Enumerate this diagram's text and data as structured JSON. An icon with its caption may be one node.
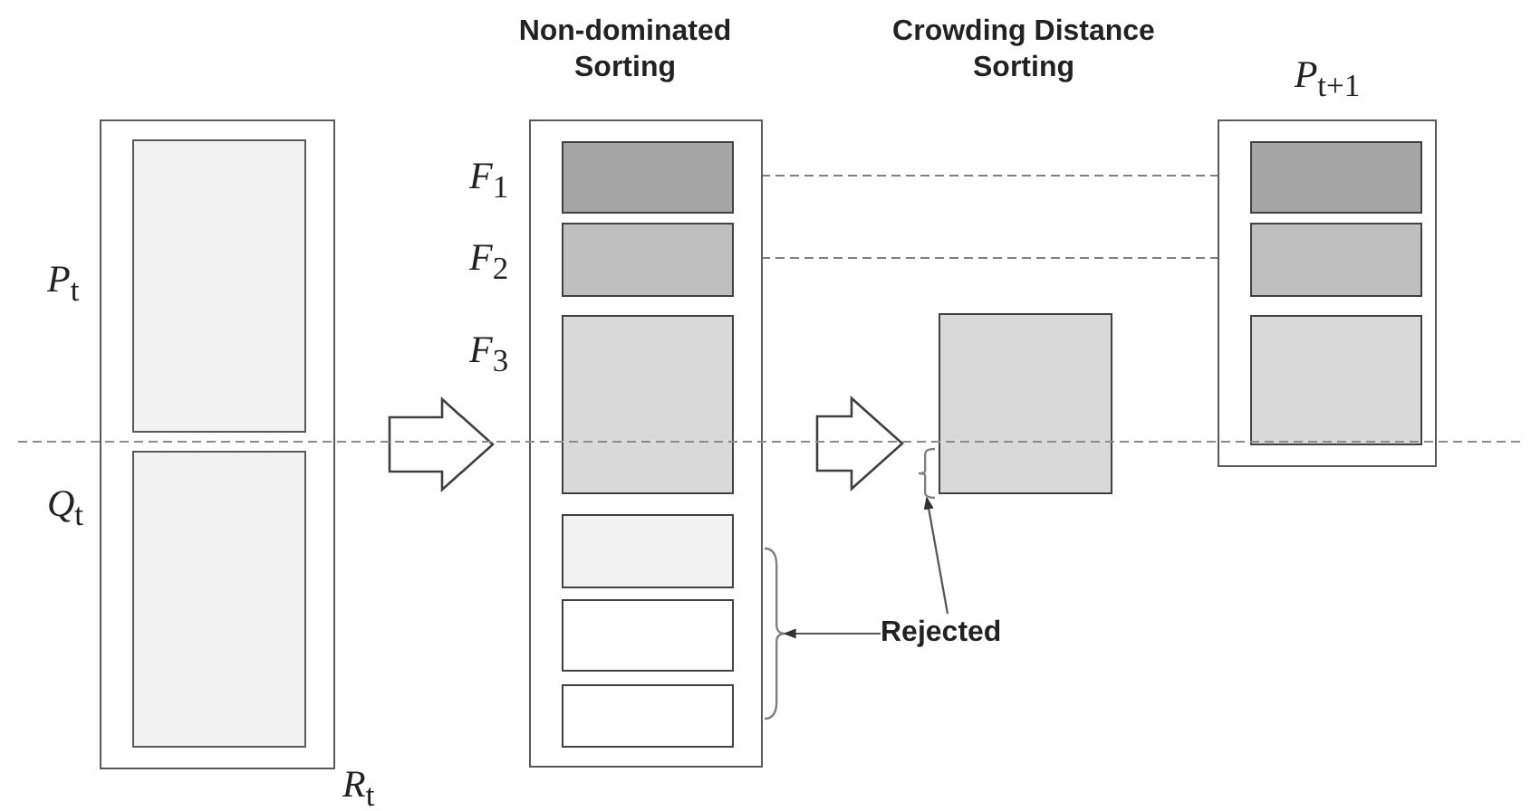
{
  "diagram": {
    "nodes": [
      {
        "text": [],
        "shape": "box",
        "beside": [
          "*R*$_{t}$"
        ]
      },
      {
        "text": [],
        "shape": "box",
        "in": 0,
        "beside": [
          "*P*$_{t}$"
        ]
      },
      {
        "text": [],
        "shape": "box",
        "in": 0,
        "beside": [
          "*Q*$_{t}$"
        ]
      },
      {
        "text": [],
        "shape": "box"
      },
      {
        "text": [],
        "shape": "box",
        "in": 3,
        "beside": [
          "*F*$_{1}$"
        ]
      },
      {
        "text": [],
        "shape": "box",
        "in": 3,
        "beside": [
          "*F*$_{2}$"
        ]
      },
      {
        "text": [],
        "shape": "box",
        "in": 3,
        "beside": [
          "*F*$_{3}$"
        ]
      },
      {
        "text": [],
        "shape": "box",
        "in": 3
      },
      {
        "text": [],
        "shape": "box",
        "in": 3
      },
      {
        "text": [],
        "shape": "box",
        "in": 3
      },
      {
        "text": [],
        "shape": "box"
      },
      {
        "text": [
          "*P*$_{t+1}$"
        ]
      },
      {
        "text": [],
        "shape": "box",
        "in": 11
      },
      {
        "text": [],
        "shape": "box",
        "in": 11
      },
      {
        "text": [],
        "shape": "box",
        "in": 11
      },
      {
        "text": [
          "Rejected"
        ]
      },
      {
        "text": [],
        "shape": "bracket"
      },
      {
        "text": [],
        "shape": "bracket"
      }
    ],
    "edges": [
      {
        "from": 0,
        "to": 3,
        "arrow": "to",
        "style": "thick"
      },
      {
        "from": 3,
        "to": 10,
        "arrow": "to",
        "style": "thick"
      },
      {
        "from": 4,
        "to": 12,
        "arrow": "to",
        "style": "dashed"
      },
      {
        "from": 5,
        "to": 13,
        "arrow": "to",
        "style": "dashed"
      },
      {
        "from": 15,
        "to": 17,
        "arrow": "to"
      },
      {
        "from": 15,
        "to": 16,
        "arrow": "to"
      }
    ],
    "labels": [
      "Non-dominated Sorting",
      "Crowding Distance Sorting"
    ]
  }
}
